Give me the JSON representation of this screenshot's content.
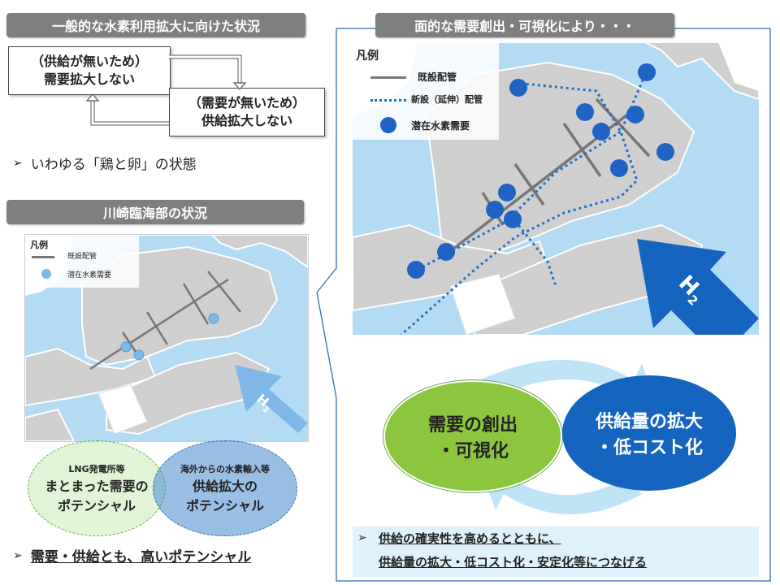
{
  "left": {
    "general_title": "一般的な水素利用拡大に向けた状況",
    "box1": {
      "line1": "（供給が無いため）",
      "line2": "需要拡大しない"
    },
    "box2": {
      "line1": "（需要が無いため）",
      "line2": "供給拡大しない"
    },
    "bullet1": "いわゆる「鶏と卵」の状態",
    "kawasaki_title": "川崎臨海部の状況",
    "legend": {
      "title": "凡例",
      "existing": "既設配管",
      "demand": "潜在水素需要"
    },
    "h2": "H",
    "h2_sub": "2",
    "venn": {
      "left_small": "LNG発電所等",
      "left_l1": "まとまった需要の",
      "left_l2": "ポテンシャル",
      "right_small": "海外からの水素輸入等",
      "right_l1": "供給拡大の",
      "right_l2": "ポテンシャル"
    },
    "bullet2": "需要・供給とも、高いポテンシャル"
  },
  "right": {
    "title": "面的な需要創出・可視化により・・・",
    "legend": {
      "title": "凡例",
      "existing": "既設配管",
      "new": "新設（延伸）配管",
      "demand": "潜在水素需要"
    },
    "h2": "H",
    "h2_sub": "2",
    "cycle": {
      "green_l1": "需要の創出",
      "green_l2": "・可視化",
      "blue_l1": "供給量の拡大",
      "blue_l2": "・低コスト化"
    },
    "bullet_l1": "供給の確実性を高めるとともに、",
    "bullet_l2": "供給量の拡大・低コスト化・安定化等につなげる"
  },
  "colors": {
    "sea": "#b3dcf4",
    "land": "#cfcfcf",
    "pipe_existing": "#777777",
    "pipe_new": "#1f6fc5",
    "demand_dot": "#1f63c4",
    "green_circle": "#8cc63f",
    "blue_circle": "#1565c0",
    "cycle_arrow": "#bfe3f7",
    "bottom_box": "#dff1fb"
  },
  "icons": {
    "bullet": "triangle-right-icon",
    "hydrogen_arrow": "arrow-up-left-icon"
  }
}
